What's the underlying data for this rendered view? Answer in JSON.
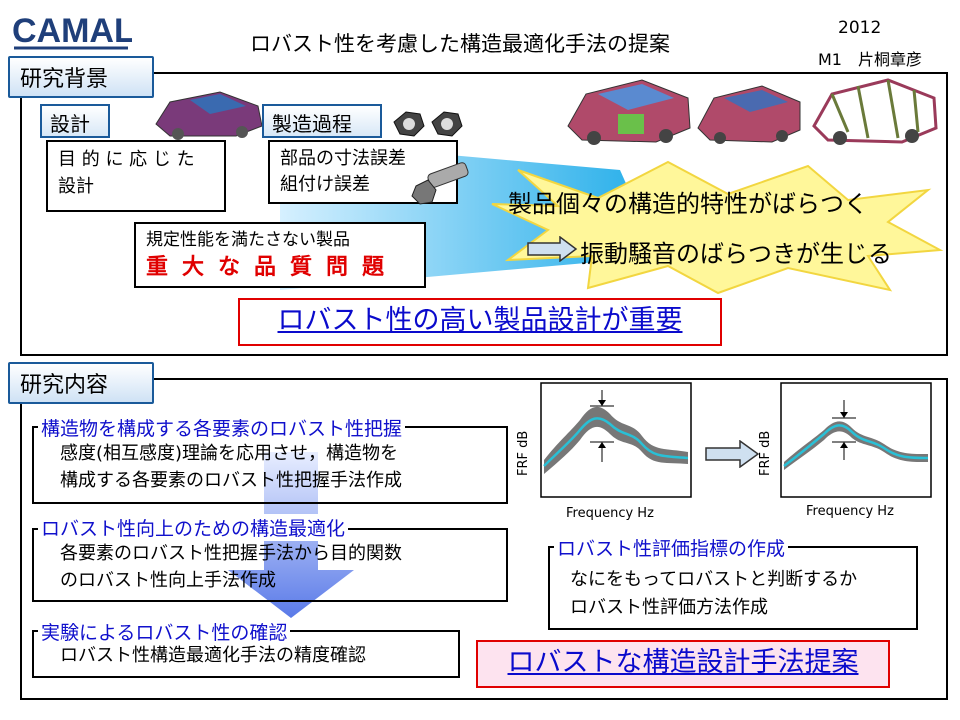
{
  "header": {
    "logo_text": "CAMAL",
    "title": "ロバスト性を考慮した構造最適化手法の提案",
    "year": "2012",
    "author": "M1　片桐章彦"
  },
  "background_section": {
    "label": "研究背景",
    "design_tag": "設計",
    "design_text": [
      "目 的 に 応 じ た",
      "設計"
    ],
    "manufacturing_tag": "製造過程",
    "manufacturing_text": [
      "部品の寸法誤差",
      "組付け誤差"
    ],
    "quality_text": "規定性能を満たさない製品",
    "quality_issue": "重大な品質問題",
    "variation_text": "製品個々の構造的特性がばらつく",
    "noise_text": "振動騒音のばらつきが生じる",
    "conclusion": "ロバスト性の高い製品設計が重要"
  },
  "research_section": {
    "label": "研究内容",
    "item1_heading": "構造物を構成する各要素のロバスト性把握",
    "item1_text": [
      "感度(相互感度)理論を応用させ，構造物を",
      "構成する各要素のロバスト性把握手法作成"
    ],
    "item2_heading": "ロバスト性向上のための構造最適化",
    "item2_text": [
      "各要素のロバスト性把握手法から目的関数",
      "のロバスト性向上手法作成"
    ],
    "item3_heading": "実験によるロバスト性の確認",
    "item3_text": "ロバスト性構造最適化手法の精度確認",
    "item4_heading": "ロバスト性評価指標の作成",
    "item4_text": [
      "なにをもってロバストと判断するか",
      "ロバスト性評価方法作成"
    ],
    "proposal": "ロバストな構造設計手法提案"
  },
  "frf_plots": {
    "ylabel": "FRF  dB",
    "xlabel": "Frequency  Hz"
  },
  "colors": {
    "section_border": "#1a5a9a",
    "highlight_border": "#e00000",
    "highlight_text": "#0a0acc",
    "heading_text": "#1010cc",
    "frf_gray": "#777777",
    "frf_mean": "#29c0d6"
  }
}
